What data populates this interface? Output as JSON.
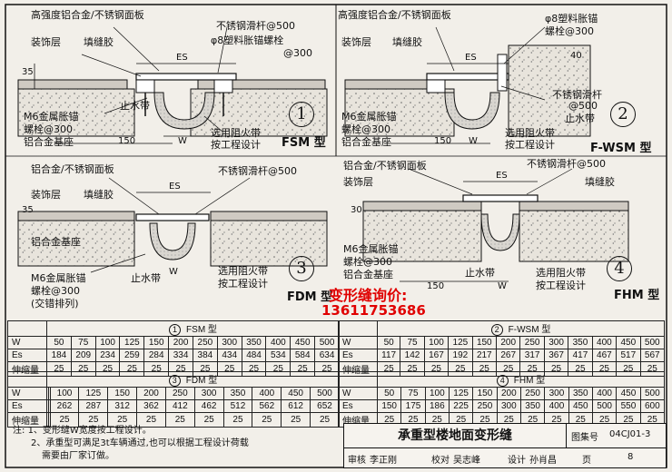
{
  "panel1": {
    "labels": {
      "high_strength_plate": "高强度铝合金/不锈钢面板",
      "steel_rod": "不锈钢滑杆@500",
      "plastic_bolt": "φ8塑料胀锚螺栓",
      "plastic_bolt_spacing": "@300",
      "decor_layer": "装饰层",
      "filler": "填缝胶",
      "es": "ES",
      "dim35": "35",
      "waterstop": "止水带",
      "m6_bolt": "M6金属胀锚",
      "bolt_spacing": "螺栓@300",
      "al_base": "铝合金基座",
      "fire_belt": "选用阻火带",
      "per_design": "按工程设计",
      "dim150": "150",
      "dim_w": "W"
    },
    "number": "1",
    "type": "FSM 型"
  },
  "panel2": {
    "labels": {
      "high_strength_plate": "高强度铝合金/不锈钢面板",
      "plastic_bolt": "φ8塑料胀锚",
      "bolt_spacing_top": "螺栓@300",
      "decor_layer": "装饰层",
      "filler": "填缝胶",
      "es": "ES",
      "dim40": "40",
      "steel_rod": "不锈钢滑杆",
      "rod_spacing": "@500",
      "waterstop": "止水带",
      "m6_bolt": "M6金属胀锚",
      "bolt_spacing": "螺栓@300",
      "al_base": "铝合金基座",
      "fire_belt": "选用阻火带",
      "per_design": "按工程设计",
      "dim150": "150",
      "dim_w": "W"
    },
    "number": "2",
    "type": "F-WSM 型"
  },
  "panel3": {
    "labels": {
      "plate": "铝合金/不锈钢面板",
      "steel_rod": "不锈钢滑杆@500",
      "decor_layer": "装饰层",
      "filler": "填缝胶",
      "es": "ES",
      "dim35": "35",
      "al_base": "铝合金基座",
      "m6_bolt": "M6金属胀锚",
      "bolt_spacing": "螺栓@300",
      "staggered": "(交错排列)",
      "waterstop": "止水带",
      "fire_belt": "选用阻火带",
      "per_design": "按工程设计",
      "dim_w": "W"
    },
    "number": "3",
    "type": "FDM 型"
  },
  "panel4": {
    "labels": {
      "plate": "铝合金/不锈钢面板",
      "steel_rod": "不锈钢滑杆@500",
      "decor_layer": "装饰层",
      "filler": "填缝胶",
      "es": "ES",
      "dim30": "30",
      "m6_bolt": "M6金属胀锚",
      "bolt_spacing": "螺栓@300",
      "al_base": "铝合金基座",
      "waterstop": "止水带",
      "fire_belt": "选用阻火带",
      "per_design": "按工程设计",
      "dim150": "150",
      "dim_w": "W"
    },
    "number": "4",
    "type": "FHM 型"
  },
  "promo": {
    "inquiry": "变形缝询价:",
    "phone": "13611753686"
  },
  "tables": {
    "row_w": "W",
    "row_es": "Es",
    "row_ext": "伸缩量",
    "fsm": {
      "num": "1",
      "title": "FSM 型",
      "w": [
        "50",
        "75",
        "100",
        "125",
        "150",
        "200",
        "250",
        "300",
        "350",
        "400",
        "450",
        "500"
      ],
      "es": [
        "184",
        "209",
        "234",
        "259",
        "284",
        "334",
        "384",
        "434",
        "484",
        "534",
        "584",
        "634"
      ],
      "ext": [
        "25",
        "25",
        "25",
        "25",
        "25",
        "25",
        "25",
        "25",
        "25",
        "25",
        "25",
        "25"
      ]
    },
    "fwsm": {
      "num": "2",
      "title": "F-WSM 型",
      "w": [
        "50",
        "75",
        "100",
        "125",
        "150",
        "200",
        "250",
        "300",
        "350",
        "400",
        "450",
        "500"
      ],
      "es": [
        "117",
        "142",
        "167",
        "192",
        "217",
        "267",
        "317",
        "367",
        "417",
        "467",
        "517",
        "567"
      ],
      "ext": [
        "25",
        "25",
        "25",
        "25",
        "25",
        "25",
        "25",
        "25",
        "25",
        "25",
        "25",
        "25"
      ]
    },
    "fdm": {
      "num": "3",
      "title": "FDM 型",
      "w": [
        "",
        "",
        "100",
        "125",
        "150",
        "200",
        "250",
        "300",
        "350",
        "400",
        "450",
        "500"
      ],
      "es": [
        "",
        "",
        "262",
        "287",
        "312",
        "362",
        "412",
        "462",
        "512",
        "562",
        "612",
        "652"
      ],
      "ext": [
        "",
        "",
        "25",
        "25",
        "25",
        "25",
        "25",
        "25",
        "25",
        "25",
        "25",
        "25"
      ]
    },
    "fhm": {
      "num": "4",
      "title": "FHM 型",
      "w": [
        "50",
        "75",
        "100",
        "125",
        "150",
        "200",
        "250",
        "300",
        "350",
        "400",
        "450",
        "500"
      ],
      "es": [
        "150",
        "175",
        "186",
        "225",
        "250",
        "300",
        "350",
        "400",
        "450",
        "500",
        "550",
        "600"
      ],
      "ext": [
        "25",
        "25",
        "25",
        "25",
        "25",
        "25",
        "25",
        "25",
        "25",
        "25",
        "25",
        "25"
      ]
    }
  },
  "notes": {
    "label": "注:",
    "line1": "1、变形缝W宽度按工程设计。",
    "line2": "2、承重型可满足3t车辆通过,也可以根据工程设计荷载",
    "line3": "需要由厂家订做。"
  },
  "title_block": {
    "title": "承重型楼地面变形缝",
    "atlas_label": "图集号",
    "atlas_no": "04CJ01-3",
    "review": "审核",
    "reviewer": "李正刚",
    "check": "校对",
    "checker": "吴志峰",
    "design": "设计",
    "designer": "孙肖昌",
    "page_label": "页",
    "page": "8"
  },
  "colors": {
    "promo": "#e00000",
    "ink": "#111111",
    "paper": "#f2efe9",
    "concrete_hatch": "#777777"
  }
}
